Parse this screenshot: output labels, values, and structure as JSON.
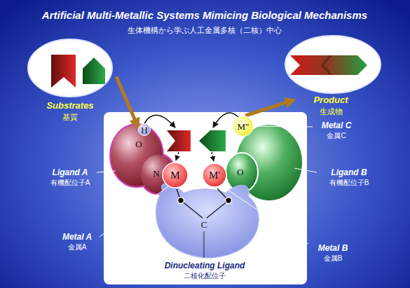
{
  "diagram": {
    "title": "Artificial Multi-Metallic Systems Mimicing Biological Mechanisms",
    "nodes": [
      {
        "text": [
          "Substrates",
          "基質"
        ]
      },
      {
        "text": [
          "Product",
          "生成物"
        ]
      },
      {
        "text": [
          "H"
        ]
      },
      {
        "text": [
          "M"
        ]
      },
      {
        "text": [
          "M'"
        ]
      },
      {
        "text": [
          "M\""
        ]
      }
    ],
    "edges": [
      {
        "from": 0,
        "to": 2,
        "arrow": "to"
      },
      {
        "from": 5,
        "to": 1,
        "arrow": "to"
      }
    ],
    "labels": [
      "生体機構から学ぶ人工金属多核（二核）中心",
      "O",
      "N",
      "O",
      "C",
      "Ligand A",
      "有機配位子A",
      "Metal A",
      "金属A",
      "Dinucleating Ligand",
      "二核化配位子",
      "Metal B",
      "金属B",
      "Ligand B",
      "有機配位子B",
      "Metal C",
      "金属C"
    ]
  }
}
